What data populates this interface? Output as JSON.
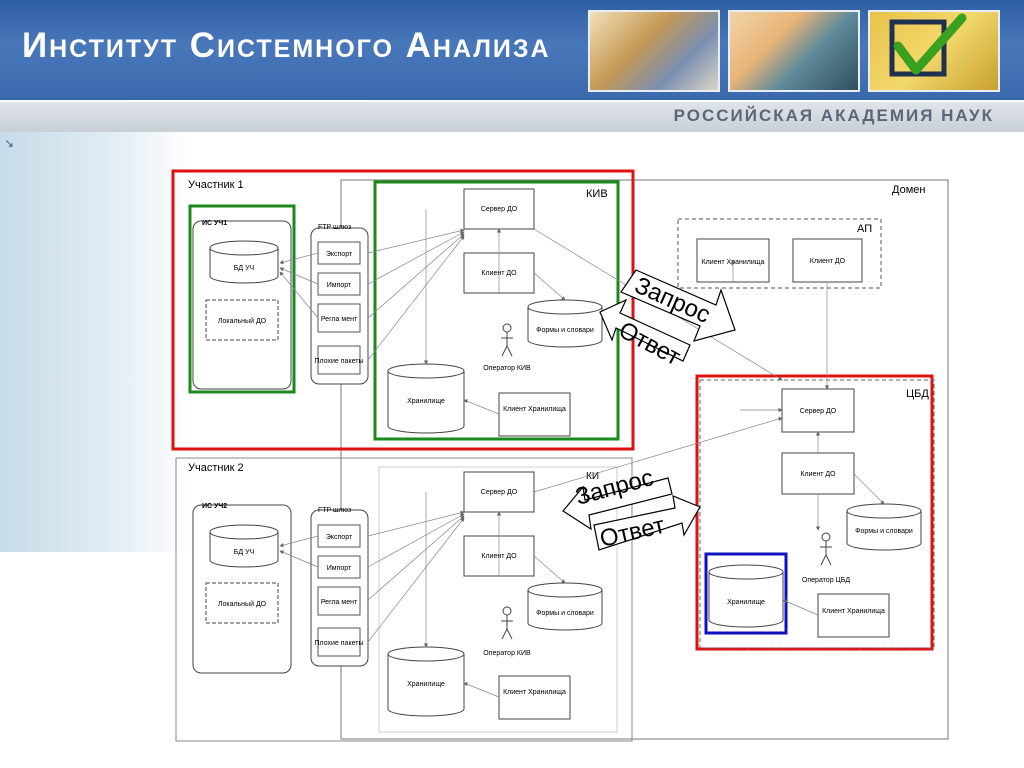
{
  "header": {
    "title": "Институт Системного Анализа",
    "subtitle": "РОССИЙСКАЯ АКАДЕМИЯ НАУК"
  },
  "diagram": {
    "participant1": {
      "label": "Участник 1",
      "is_label": "ИС УЧ1",
      "db_label": "БД УЧ",
      "local_do": "Локальный ДО",
      "ftp_label": "FTP шлюз",
      "ftp_items": [
        "Экспорт",
        "Импорт",
        "Регла мент",
        "Плохие пакеты"
      ]
    },
    "participant2": {
      "label": "Участник 2",
      "is_label": "ИС УЧ2",
      "db_label": "БД УЧ",
      "local_do": "Локальный ДО",
      "ftp_label": "FTP шлюз",
      "ftp_items": [
        "Экспорт",
        "Импорт",
        "Регла мент",
        "Плохие пакеты"
      ]
    },
    "kiv": {
      "label": "КИВ",
      "server": "Сервер ДО",
      "client": "Клиент ДО",
      "forms": "Формы и словари",
      "storage": "Хранилище",
      "storage_client": "Клиент Хранилища",
      "operator": "Оператор КИВ"
    },
    "kiv2": {
      "label": "КИ",
      "server": "Сервер ДО",
      "client": "Клиент ДО",
      "forms": "Формы и словари",
      "storage": "Хранилище",
      "storage_client": "Клиент Хранилища",
      "operator": "Оператор КИВ"
    },
    "domain_label": "Домен",
    "ap": {
      "label": "АП",
      "storage_client": "Клиент Хранилища",
      "client": "Клиент ДО"
    },
    "cbd": {
      "label": "ЦБД",
      "server": "Сервер ДО",
      "client": "Клиент ДО",
      "forms": "Формы и словари",
      "storage": "Хранилище",
      "storage_client": "Клиент Хранилища",
      "operator": "Оператор ЦБД"
    },
    "arrows": {
      "request": "Запрос",
      "response": "Ответ"
    }
  },
  "colors": {
    "header_blue": "#3a69ad",
    "highlight_red": "#e01010",
    "highlight_green": "#1a8a1a",
    "highlight_blue": "#1010c0"
  }
}
